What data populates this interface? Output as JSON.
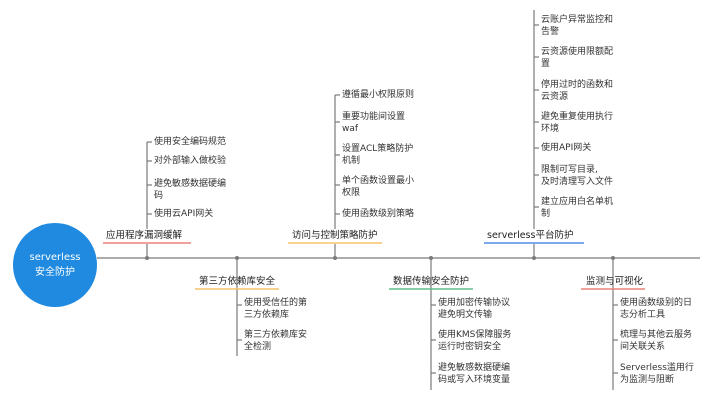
{
  "root": {
    "line1": "serverless",
    "line2": "安全防护"
  },
  "colors": {
    "spine": "#7a7a7a",
    "root": "#1f8ae0",
    "accent_red": "#e8837a",
    "accent_yellow": "#f3c26b",
    "accent_green": "#5fbf8a",
    "accent_blue": "#4f8fe0"
  },
  "branches": {
    "app": {
      "label": "应用程序漏洞缓解",
      "items": [
        "使用安全编码规范",
        "对外部输入做校验",
        "避免敏感数据硬编",
        "码",
        "使用云API网关"
      ]
    },
    "access": {
      "label": "访问与控制策略防护",
      "items": [
        "遵循最小权限原则",
        "重要功能间设置",
        "waf",
        "设置ACL策略防护",
        "机制",
        "单个函数设置最小",
        "权限",
        "使用函数级别策略"
      ]
    },
    "platform": {
      "label": "serverless平台防护",
      "items": [
        "云账户异常监控和",
        "告警",
        "云资源使用限额配",
        "置",
        "停用过时的函数和",
        "云资源",
        "避免重复使用执行",
        "环境",
        "使用API网关",
        "限制可写目录,",
        "及时清理写入文件",
        "建立应用白名单机",
        "制"
      ]
    },
    "thirdparty": {
      "label": "第三方依赖库安全",
      "items": [
        "使用受信任的第",
        "三方依赖库",
        "第三方依赖库安",
        "全检测"
      ]
    },
    "transfer": {
      "label": "数据传输安全防护",
      "items": [
        "使用加密传输协议",
        "避免明文传输",
        "使用KMS保障服务",
        "运行时密钥安全",
        "避免敏感数据硬编",
        "码或写入环境变量"
      ]
    },
    "monitor": {
      "label": "监测与可视化",
      "items": [
        "使用函数级别的日",
        "志分析工具",
        "梳理与其他云服务",
        "间关联关系",
        "Serverless滥用行",
        "为监测与阻断"
      ]
    }
  }
}
